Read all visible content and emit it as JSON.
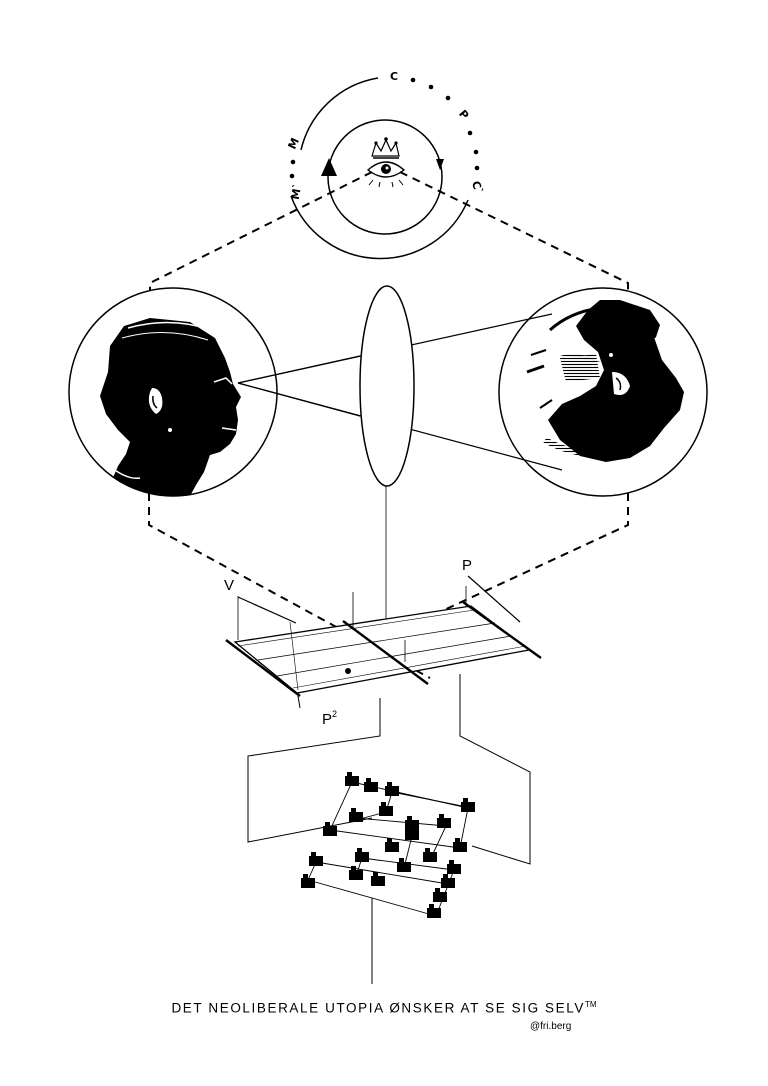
{
  "cycle": {
    "top": "C",
    "right_upper": "P",
    "right_lower": "C`",
    "left_upper": "M",
    "left_lower": "M`"
  },
  "labels": {
    "v": "V",
    "p": "P",
    "p2_base": "P",
    "p2_sup": "2"
  },
  "caption": {
    "title": "DET NEOLIBERALE UTOPIA ØNSKER AT SE SIG SELV",
    "trademark": "TM",
    "credit": "@fri.berg"
  },
  "icons": [
    "crowned-eye-icon",
    "arrow-up-icon",
    "arrow-down-icon"
  ],
  "colors": {
    "ink": "#000000",
    "paper": "#ffffff"
  }
}
